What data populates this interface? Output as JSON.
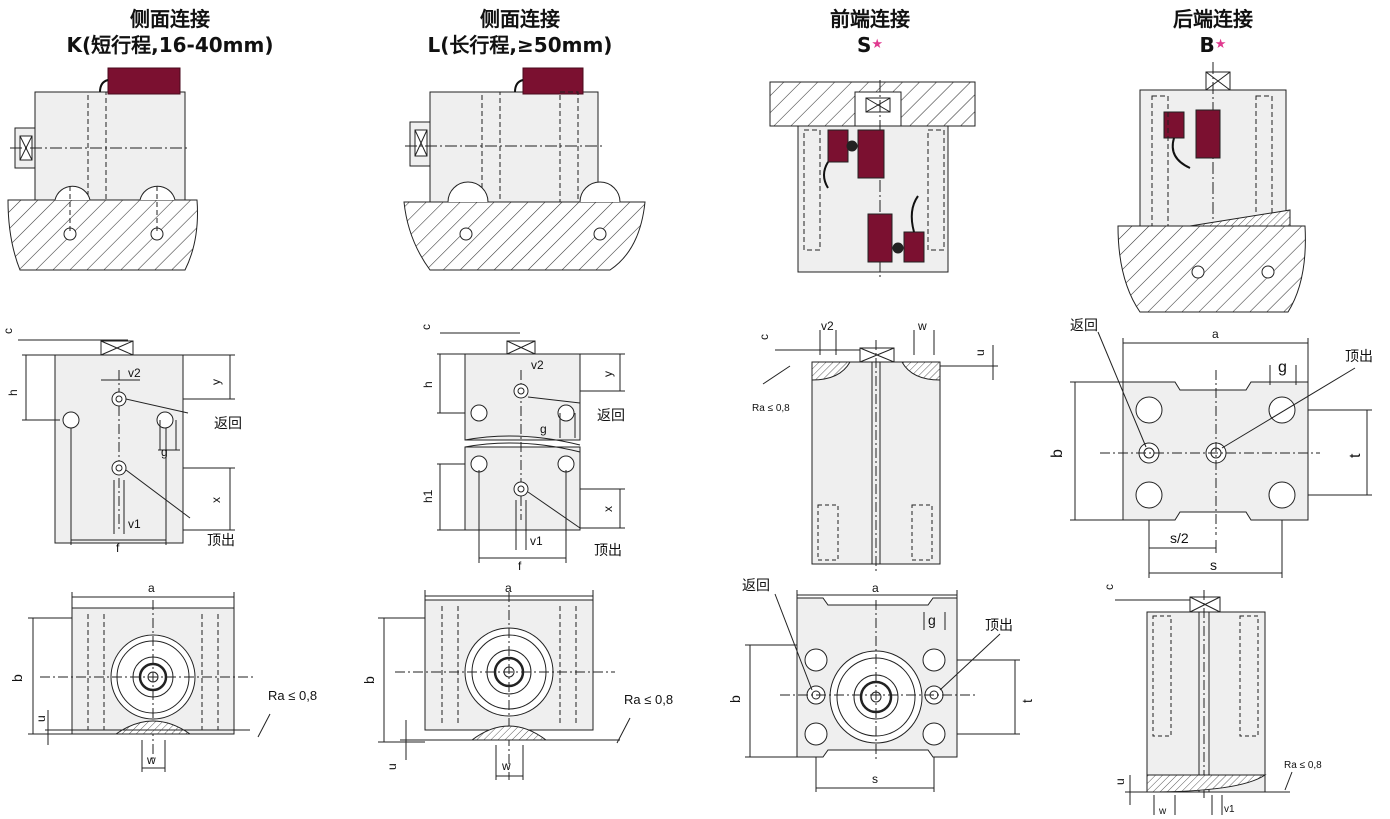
{
  "columns": [
    {
      "title": "侧面连接",
      "subtitle": "K(短行程,16-40mm)",
      "star": ""
    },
    {
      "title": "侧面连接",
      "subtitle": "L(长行程,≥50mm)",
      "star": ""
    },
    {
      "title": "前端连接",
      "subtitle": "S",
      "star": "★"
    },
    {
      "title": "后端连接",
      "subtitle": "B",
      "star": "★"
    }
  ],
  "labels": {
    "return": "返回",
    "extend": "顶出",
    "roughness": "Ra ≤ 0,8",
    "a": "a",
    "b": "b",
    "c": "c",
    "h": "h",
    "h1": "h1",
    "y": "y",
    "x": "x",
    "f": "f",
    "g": "g",
    "t": "t",
    "s": "s",
    "s_half": "s/2",
    "u": "u",
    "w": "w",
    "v1": "v1",
    "v2": "v2"
  },
  "colors": {
    "sensor": "#7b1030",
    "body": "#efefef",
    "hatch": "#333333",
    "accent_star": "#e0398f"
  }
}
